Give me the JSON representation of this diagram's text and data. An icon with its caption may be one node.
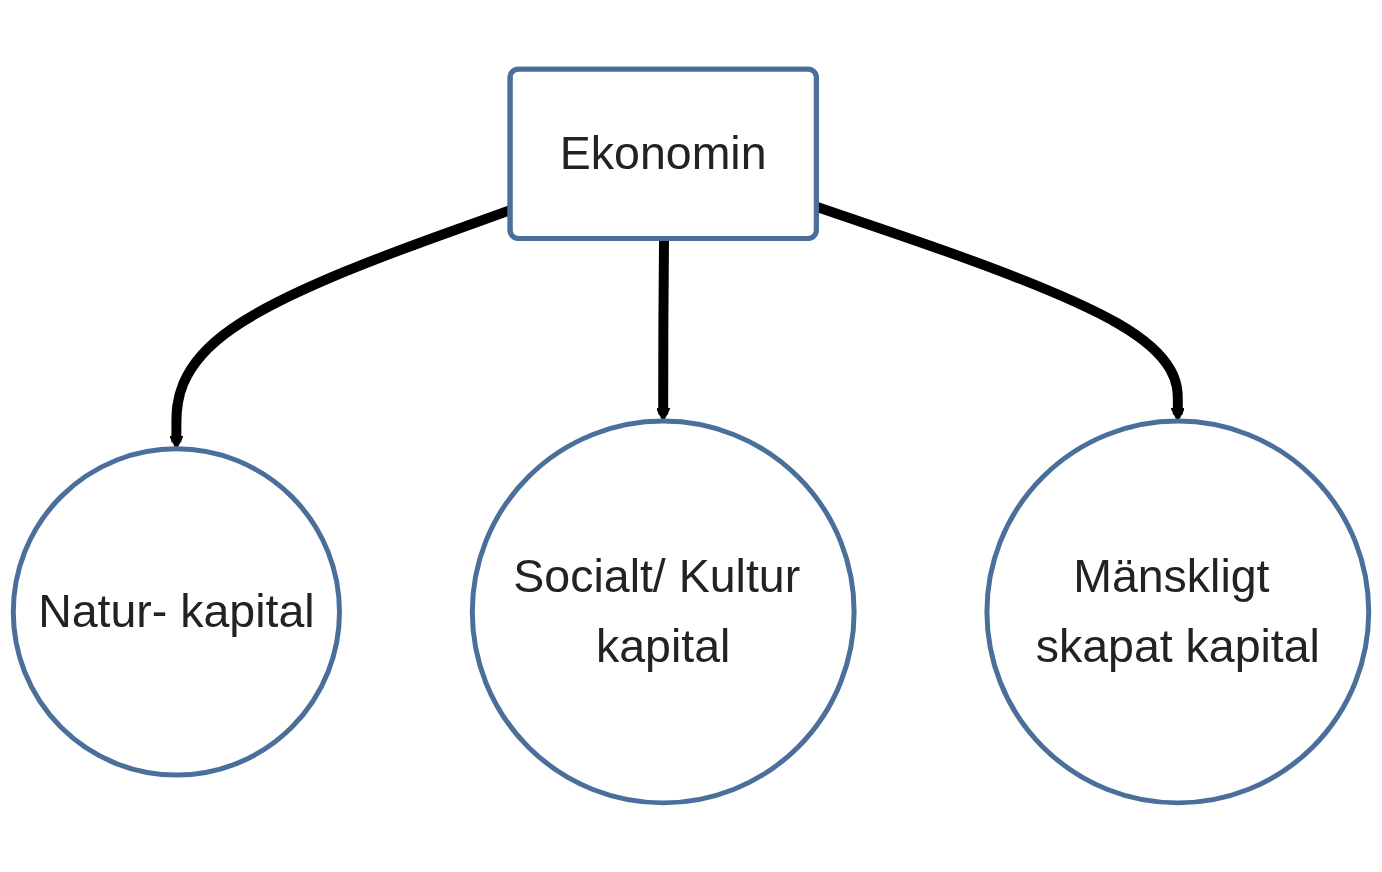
{
  "diagram": {
    "nodes": [
      {
        "text": [
          "Ekonomin"
        ]
      },
      {
        "text": [
          "Natur- kapital"
        ]
      },
      {
        "text": [
          "Socialt/ Kultur kapital"
        ]
      },
      {
        "text": [
          "Mänskligt skapat kapital"
        ]
      }
    ],
    "edges": [
      {
        "from": 0,
        "to": 1,
        "arrow": "to"
      },
      {
        "from": 0,
        "to": 2,
        "arrow": "to"
      },
      {
        "from": 0,
        "to": 3,
        "arrow": "to"
      }
    ]
  }
}
